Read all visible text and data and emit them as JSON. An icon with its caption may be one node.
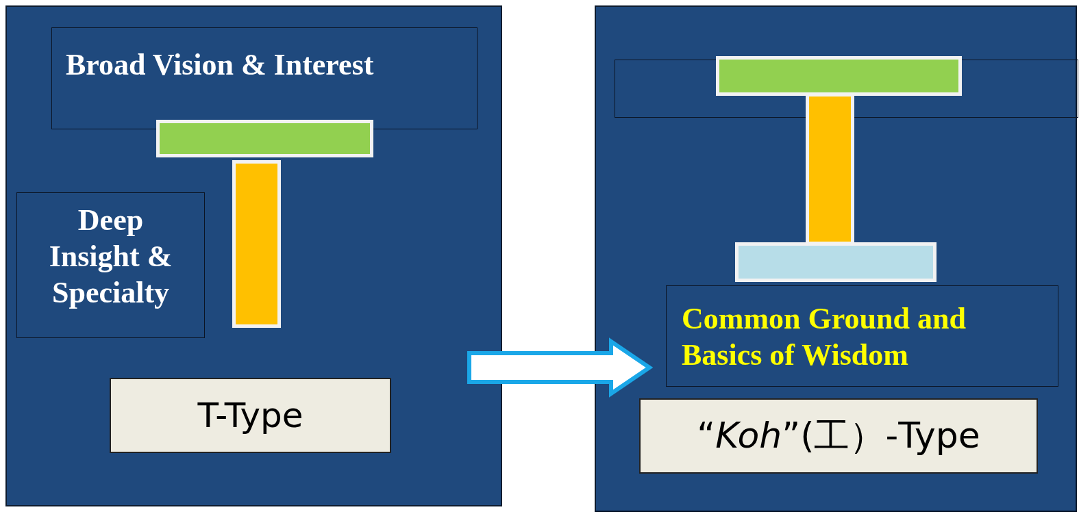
{
  "diagram": {
    "nodes": [
      {
        "text": [],
        "shape": "box"
      },
      {
        "text": [
          "Broad Vision & Interest"
        ],
        "in": 0
      },
      {
        "text": [],
        "shape": "bar",
        "in": 0
      },
      {
        "text": [],
        "shape": "bar",
        "in": 0
      },
      {
        "text": [
          "Deep Insight & Specialty"
        ],
        "in": 0
      },
      {
        "text": [
          "T-Type"
        ],
        "in": 0
      },
      {
        "text": [],
        "shape": "box"
      },
      {
        "text": [],
        "shape": "box",
        "in": 6
      },
      {
        "text": [],
        "shape": "bar",
        "in": 6
      },
      {
        "text": [],
        "shape": "bar",
        "in": 6
      },
      {
        "text": [],
        "shape": "bar",
        "in": 6
      },
      {
        "text": [
          "Common Ground and Basics of Wisdom"
        ],
        "in": 6
      },
      {
        "text": [
          "“*Koh*”(工）-Type"
        ],
        "in": 6
      }
    ],
    "edges": [
      {
        "from": 0,
        "to": 6,
        "arrow": "to",
        "style": "thick",
        "color": "#1aa7e8"
      }
    ]
  }
}
